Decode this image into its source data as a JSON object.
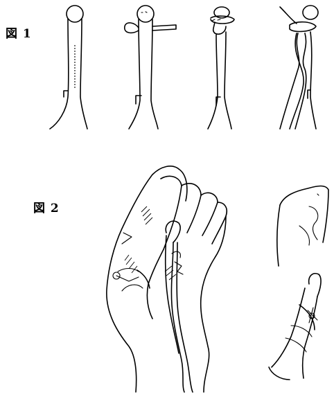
{
  "figure1": {
    "label": "図 1",
    "steps": 4
  },
  "figure2": {
    "label": "図 2",
    "views": 2
  }
}
